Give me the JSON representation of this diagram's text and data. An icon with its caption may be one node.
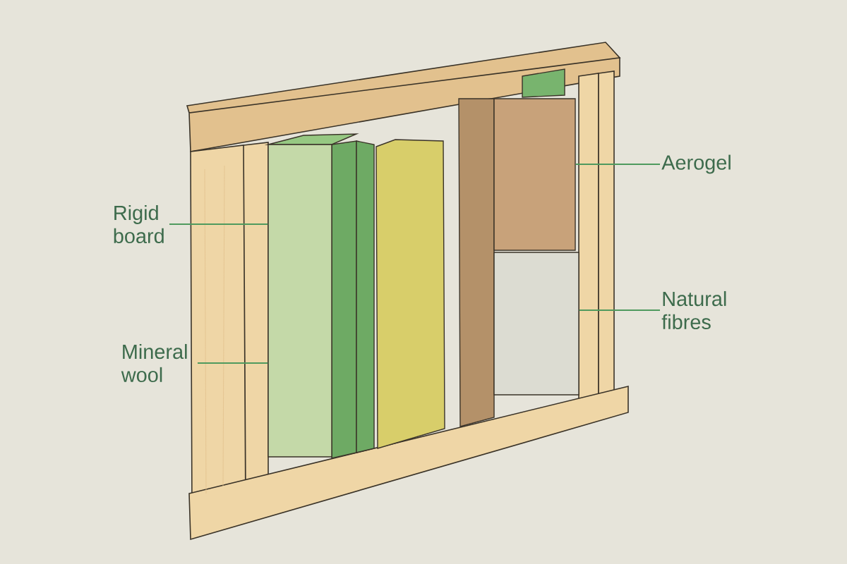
{
  "diagram": {
    "nodes": [
      {
        "text": [
          "Rigid board"
        ]
      },
      {
        "text": [
          "Mineral wool"
        ]
      },
      {
        "text": [
          "Aerogel"
        ]
      },
      {
        "text": [
          "Natural fibres"
        ]
      },
      {
        "text": [],
        "shape": "box"
      },
      {
        "text": [],
        "shape": "box"
      },
      {
        "text": [],
        "shape": "box"
      }
    ],
    "edges": [
      {
        "from": 0,
        "to": 4,
        "arrow": "none"
      },
      {
        "from": 1,
        "to": 4,
        "arrow": "none"
      },
      {
        "from": 2,
        "to": 5,
        "arrow": "none"
      },
      {
        "from": 3,
        "to": 6,
        "arrow": "none"
      }
    ]
  }
}
